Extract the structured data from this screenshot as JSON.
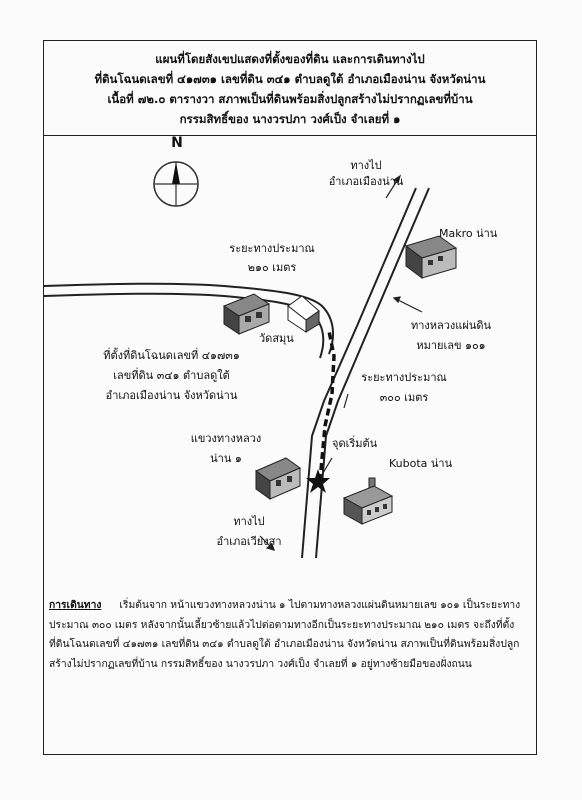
{
  "title": {
    "line1": "แผนที่โดยสังเขปแสดงที่ตั้งของที่ดิน และการเดินทางไป",
    "line2": "ที่ดินโฉนดเลขที่ ๔๑๗๓๑ เลขที่ดิน ๓๔๑ ตำบลดูใต้ อำเภอเมืองน่าน จังหวัดน่าน",
    "line3": "เนื้อที่ ๗๒.๐ ตารางวา สภาพเป็นที่ดินพร้อมสิ่งปลูกสร้างไม่ปรากฏเลขที่บ้าน",
    "line4": "กรรมสิทธิ์ของ นางวรปภา วงศ์เป็ง จำเลยที่ ๑"
  },
  "compass": {
    "letter": "N"
  },
  "map": {
    "to_town_line1": "ทางไป",
    "to_town_line2": "อำเภอเมืองน่าน",
    "makro": "Makro น่าน",
    "dist210_line1": "ระยะทางประมาณ",
    "dist210_line2": "๒๑๐ เมตร",
    "highway_line1": "ทางหลวงแผ่นดิน",
    "highway_line2": "หมายเลข ๑๐๑",
    "temple": "วัดสมุน",
    "site_line1": "ที่ตั้งที่ดินโฉนดเลขที่ ๔๑๗๓๑",
    "site_line2": "เลขที่ดิน ๓๔๑ ตำบลดูใต้",
    "site_line3": "อำเภอเมืองน่าน จังหวัดน่าน",
    "dist300_line1": "ระยะทางประมาณ",
    "dist300_line2": "๓๐๐ เมตร",
    "office_line1": "แขวงทางหลวง",
    "office_line2": "น่าน ๑",
    "start": "จุดเริ่มต้น",
    "kubota": "Kubota น่าน",
    "to_wiang_line1": "ทางไป",
    "to_wiang_line2": "อำเภอเวียงสา"
  },
  "description": {
    "heading": "การเดินทาง",
    "text": "เริ่มต้นจาก หน้าแขวงทางหลวงน่าน ๑ ไปตามทางหลวงแผ่นดินหมายเลข ๑๐๑ เป็นระยะทางประมาณ ๓๐๐ เมตร หลังจากนั้นเลี้ยวซ้ายแล้วไปต่อตามทางอีกเป็นระยะทางประมาณ ๒๑๐ เมตร จะถึงที่ตั้งที่ดินโฉนดเลขที่ ๔๑๗๓๑ เลขที่ดิน ๓๔๑ ตำบลดูใต้ อำเภอเมืองน่าน จังหวัดน่าน สภาพเป็นที่ดินพร้อมสิ่งปลูกสร้างไม่ปรากฏเลขที่บ้าน กรรมสิทธิ์ของ นางวรปภา วงศ์เป็ง จำเลยที่ ๑ อยู่ทางซ้ายมือของฝั่งถนน"
  }
}
